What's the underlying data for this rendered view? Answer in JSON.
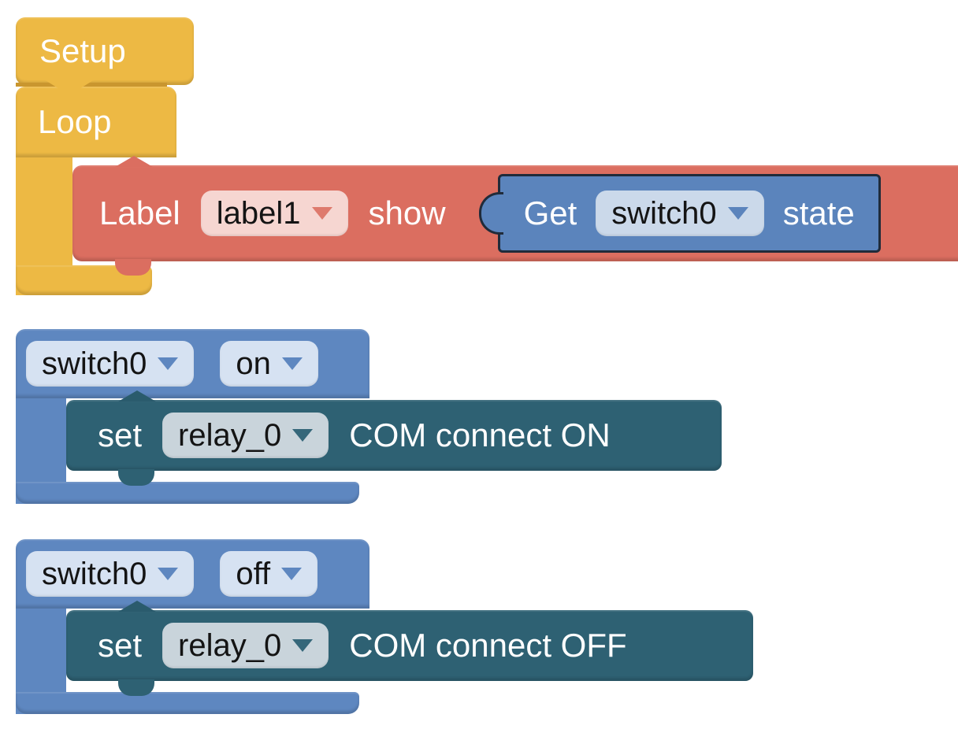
{
  "palette": {
    "workspace_background": "#FFFFFF",
    "yellow_block": "#EDB944",
    "salmon_block": "#DB6E60",
    "salmon_dropdown": "#F6D6D1",
    "blue_block": "#5E87C0",
    "blue_dropdown": "#D6E2F2",
    "get_block_blue": "#5B84BC",
    "get_block_dropdown": "#CBD9EA",
    "get_block_border": "#202B3A",
    "teal_block": "#2E6173",
    "teal_dropdown": "#C9D4DB"
  },
  "blocks": {
    "setup": {
      "label": "Setup"
    },
    "loop": {
      "label": "Loop"
    },
    "label_show": {
      "prefix": "Label",
      "dropdown_value": "label1",
      "suffix": "show"
    },
    "get_state": {
      "prefix": "Get",
      "dropdown_value": "switch0",
      "suffix": "state"
    },
    "switch_on": {
      "device_dropdown": "switch0",
      "state_dropdown": "on",
      "set_relay": {
        "prefix": "set",
        "dropdown_value": "relay_0",
        "suffix": "COM connect ON"
      }
    },
    "switch_off": {
      "device_dropdown": "switch0",
      "state_dropdown": "off",
      "set_relay": {
        "prefix": "set",
        "dropdown_value": "relay_0",
        "suffix": "COM connect OFF"
      }
    }
  }
}
